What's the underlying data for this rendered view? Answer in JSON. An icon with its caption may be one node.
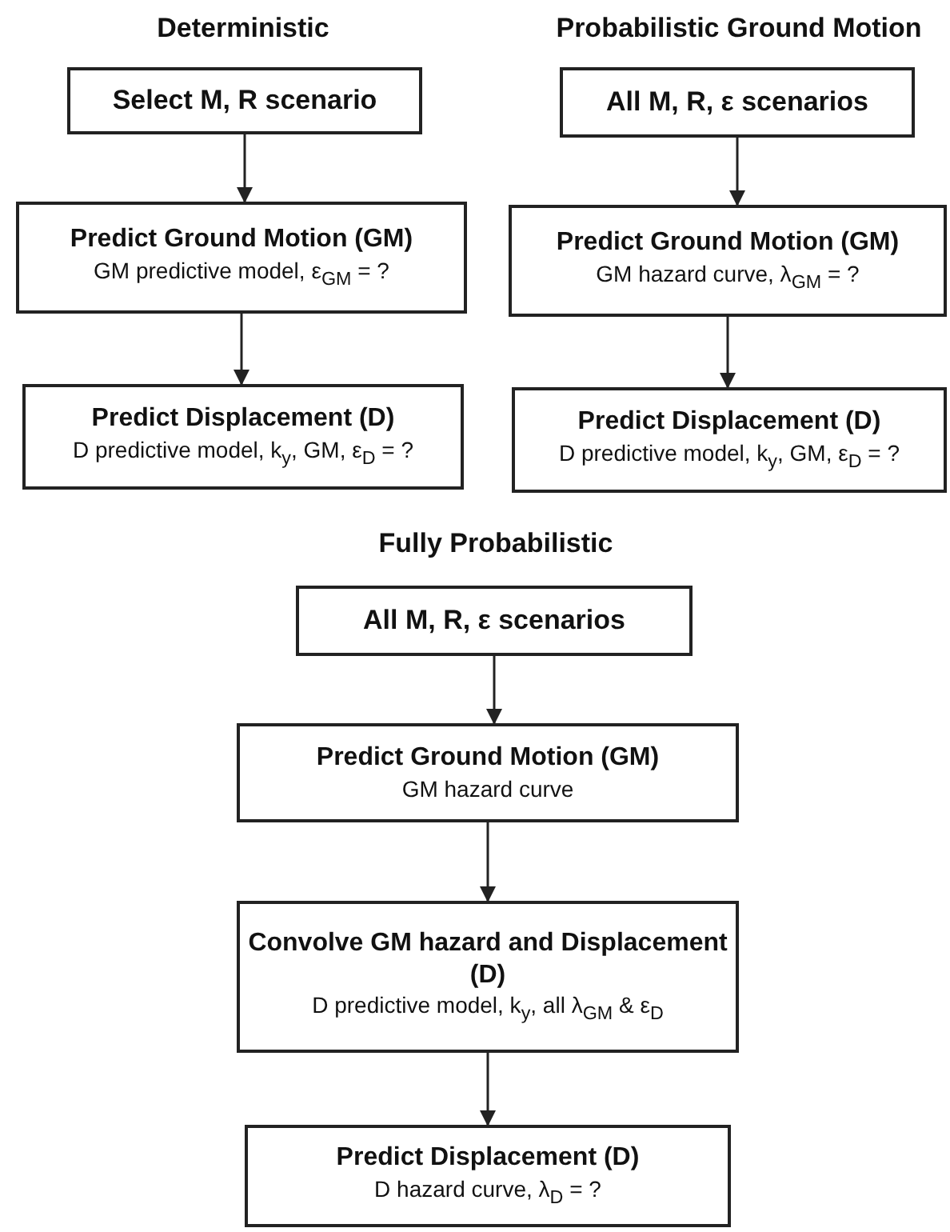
{
  "diagram": {
    "nodes": [
      {
        "text": [
          "Select M, R scenario"
        ]
      },
      {
        "text": [
          "All M, R, ε scenarios"
        ]
      },
      {
        "text": [
          "Predict Ground Motion (GM)",
          "GM predictive model, ε$_{GM}$ = ?"
        ]
      },
      {
        "text": [
          "Predict Ground Motion (GM)",
          "GM hazard curve, λ$_{GM}$ = ?"
        ]
      },
      {
        "text": [
          "Predict Displacement (D)",
          "D predictive model, k$_{y}$, GM, ε$_{D}$ = ?"
        ]
      },
      {
        "text": [
          "Predict Displacement (D)",
          "D predictive model, k$_{y}$, GM, ε$_{D}$ = ?"
        ]
      },
      {
        "text": [
          "All M, R, ε scenarios"
        ]
      },
      {
        "text": [
          "Predict Ground Motion (GM)",
          "GM hazard curve"
        ]
      },
      {
        "text": [
          "Convolve GM hazard and Displacement (D)",
          "D predictive model, k$_{y}$, all λ$_{GM}$ & ε$_{D}$"
        ]
      },
      {
        "text": [
          "Predict Displacement (D)",
          "D hazard curve, λ$_{D}$ = ?"
        ]
      }
    ],
    "edges": [
      {
        "from": 0,
        "to": 2,
        "arrow": "to"
      },
      {
        "from": 2,
        "to": 4,
        "arrow": "to"
      },
      {
        "from": 1,
        "to": 3,
        "arrow": "to"
      },
      {
        "from": 3,
        "to": 5,
        "arrow": "to"
      },
      {
        "from": 6,
        "to": 7,
        "arrow": "to"
      },
      {
        "from": 7,
        "to": 8,
        "arrow": "to"
      },
      {
        "from": 8,
        "to": 9,
        "arrow": "to"
      }
    ],
    "labels": [
      "Deterministic",
      "Probabilistic Ground Motion",
      "Fully Probabilistic"
    ]
  }
}
